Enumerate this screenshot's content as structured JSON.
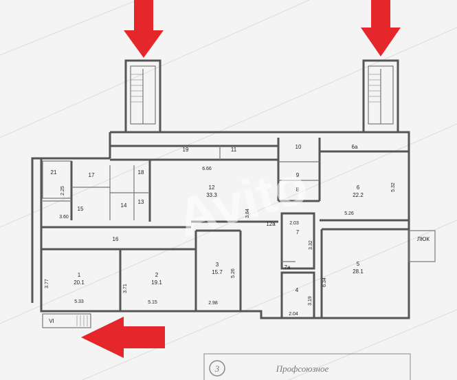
{
  "rooms": [
    {
      "id": "room-1",
      "number": "1",
      "area": "20.1"
    },
    {
      "id": "room-2",
      "number": "2",
      "area": "19.1"
    },
    {
      "id": "room-3",
      "number": "3",
      "area": "15.7"
    },
    {
      "id": "room-4",
      "number": "4",
      "area": ""
    },
    {
      "id": "room-5",
      "number": "5",
      "area": "28.1"
    },
    {
      "id": "room-6",
      "number": "6",
      "area": "22.2"
    },
    {
      "id": "room-6a",
      "number": "6a",
      "area": ""
    },
    {
      "id": "room-7",
      "number": "7",
      "area": ""
    },
    {
      "id": "room-7a",
      "number": "7a",
      "area": ""
    },
    {
      "id": "room-8",
      "number": "8",
      "area": ""
    },
    {
      "id": "room-9",
      "number": "9",
      "area": ""
    },
    {
      "id": "room-10",
      "number": "10",
      "area": ""
    },
    {
      "id": "room-11",
      "number": "11",
      "area": ""
    },
    {
      "id": "room-12",
      "number": "12",
      "area": "33.3"
    },
    {
      "id": "room-12a",
      "number": "12a",
      "area": ""
    },
    {
      "id": "room-13",
      "number": "13",
      "area": ""
    },
    {
      "id": "room-14",
      "number": "14",
      "area": ""
    },
    {
      "id": "room-15",
      "number": "15",
      "area": ""
    },
    {
      "id": "room-16",
      "number": "16",
      "area": ""
    },
    {
      "id": "room-17",
      "number": "17",
      "area": ""
    },
    {
      "id": "room-18",
      "number": "18",
      "area": ""
    },
    {
      "id": "room-19",
      "number": "19",
      "area": ""
    },
    {
      "id": "room-21",
      "number": "21",
      "area": ""
    },
    {
      "id": "room-vi",
      "number": "VI",
      "area": ""
    }
  ],
  "dimensions": [
    "2.25",
    "3.60",
    "6.66",
    "3.84",
    "5.32",
    "5.26",
    "2.03",
    "3.32",
    "3.77",
    "5.33",
    "3.71",
    "5.15",
    "5.26",
    "2.98",
    "6.34",
    "3.19",
    "2.04"
  ],
  "hatch_label": "ЛЮК",
  "watermark": "Avito",
  "stamp": {
    "number": "3",
    "text": "Профсоюзное"
  }
}
